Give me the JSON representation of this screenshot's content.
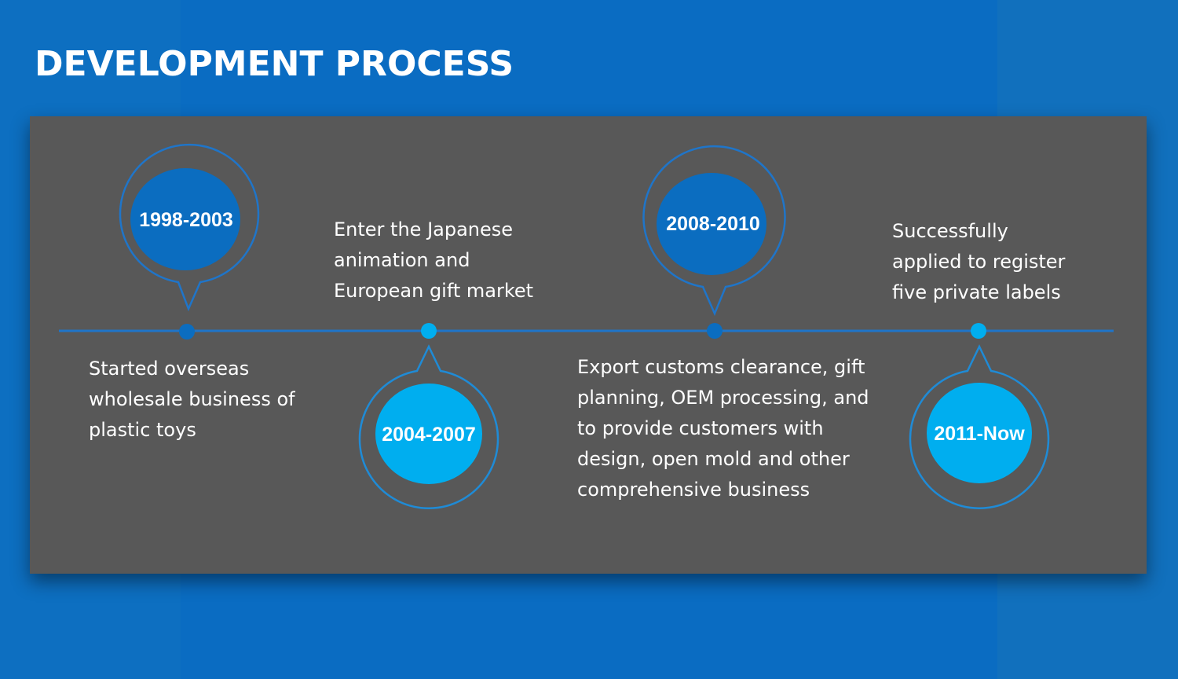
{
  "title": "DEVELOPMENT PROCESS",
  "colors": {
    "background": "#0a6cc2",
    "panel": "#585858",
    "dark_blue": "#0b6dc0",
    "light_blue": "#00aeef",
    "timeline": "#1f75c9",
    "text": "#ffffff"
  },
  "milestones": [
    {
      "period": "1998-2003",
      "description_lines": [
        "Started overseas",
        "wholesale business of",
        "plastic toys"
      ]
    },
    {
      "period": "2004-2007",
      "description_lines": [
        "Enter the Japanese",
        "animation and",
        "European gift market"
      ]
    },
    {
      "period": "2008-2010",
      "description_lines": [
        "Export customs clearance, gift",
        "planning, OEM processing, and",
        "to provide customers with",
        "design, open mold and other",
        "comprehensive business"
      ]
    },
    {
      "period": "2011-Now",
      "description_lines": [
        "Successfully",
        "applied to register",
        "five private labels"
      ]
    }
  ]
}
